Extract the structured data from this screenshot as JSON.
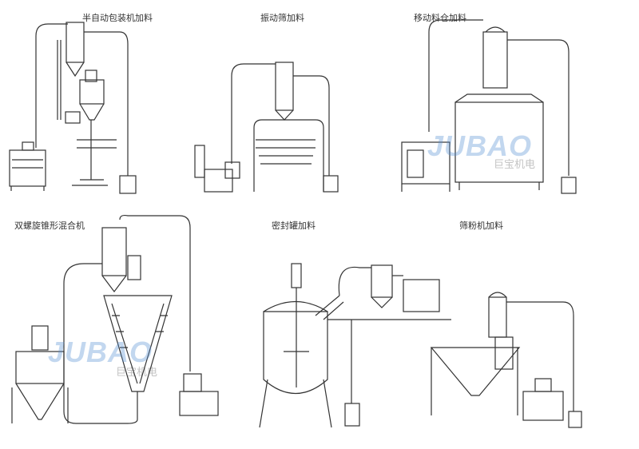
{
  "panels": [
    {
      "title": "半自动包装机加料"
    },
    {
      "title": "振动筛加料"
    },
    {
      "title": "移动料仓加料"
    },
    {
      "title": "双螺旋锥形混合机"
    },
    {
      "title": "密封罐加料"
    },
    {
      "title": "筛粉机加料"
    }
  ],
  "watermark": {
    "brand": "JUBAO",
    "company": "巨宝机电"
  },
  "colors": {
    "line": "#333333",
    "watermark": "#508cd2"
  }
}
